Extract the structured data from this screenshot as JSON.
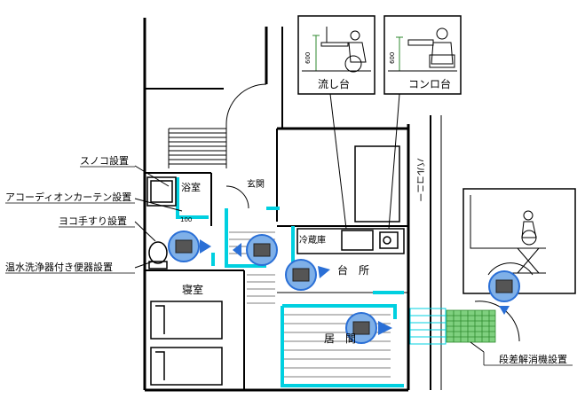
{
  "labels": {
    "sunoko": "スノコ設置",
    "bath": "浴室",
    "accordion": "アコーディオンカーテン設置",
    "handrail": "ヨコ手すり設置",
    "washlet": "温水洗浄器付き便器設置",
    "entrance": "玄関",
    "storage": "冷蔵庫",
    "kitchen": "台　所",
    "bedroom": "寝室",
    "living": "居　間",
    "balcony": "バルコニー",
    "sink_title": "流し台",
    "stove_title": "コンロ台",
    "dim_sink": "600",
    "dim_stove": "600",
    "step": "段差解消機設置",
    "small_dim": "100"
  },
  "colors": {
    "accent": "#00d0e0",
    "wall": "#000000",
    "camera_ring": "#2a6fd6",
    "grid": "#2f8a2f"
  }
}
